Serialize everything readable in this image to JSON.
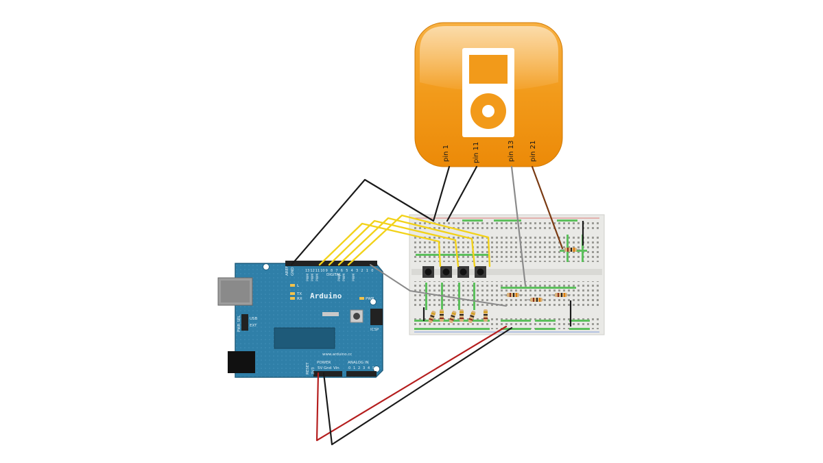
{
  "ipod": {
    "pin_labels": [
      "pin 1",
      "pin 11",
      "pin 13",
      "pin 21"
    ]
  },
  "arduino": {
    "brand": "Arduino",
    "website": "www.arduino.cc",
    "header_labels": {
      "aref": "AREF",
      "gnd": "GND",
      "digital": "DIGITAL",
      "pwm": "PWM",
      "tx": "TX",
      "rx": "RX",
      "l": "L",
      "pwr": "PWR",
      "icsp": "ICSP",
      "usb": "USB",
      "ext": "EXT",
      "pwr_sel": "PWR SEL",
      "reset": "RESET",
      "v3": "3V3",
      "power": "POWER",
      "v5": "5V",
      "gnd2": "Gnd",
      "vin": "Vin",
      "analog_in": "ANALOG IN"
    },
    "digital_pin_numbers": [
      "13",
      "12",
      "11",
      "10",
      "9",
      "8",
      "7",
      "6",
      "5",
      "4",
      "3",
      "2",
      "1",
      "0"
    ],
    "analog_pin_numbers": [
      "0",
      "1",
      "2",
      "3",
      "4",
      "5"
    ]
  },
  "colors": {
    "ipod_orange": "#f29a1a",
    "arduino_blue": "#2f7fa8",
    "wire_yellow": "#f2d21a",
    "wire_black": "#1a1a1a",
    "wire_red": "#b51e1e",
    "wire_gray": "#888888",
    "wire_brown": "#7a3a12",
    "breadboard": "#e9e9e6"
  }
}
